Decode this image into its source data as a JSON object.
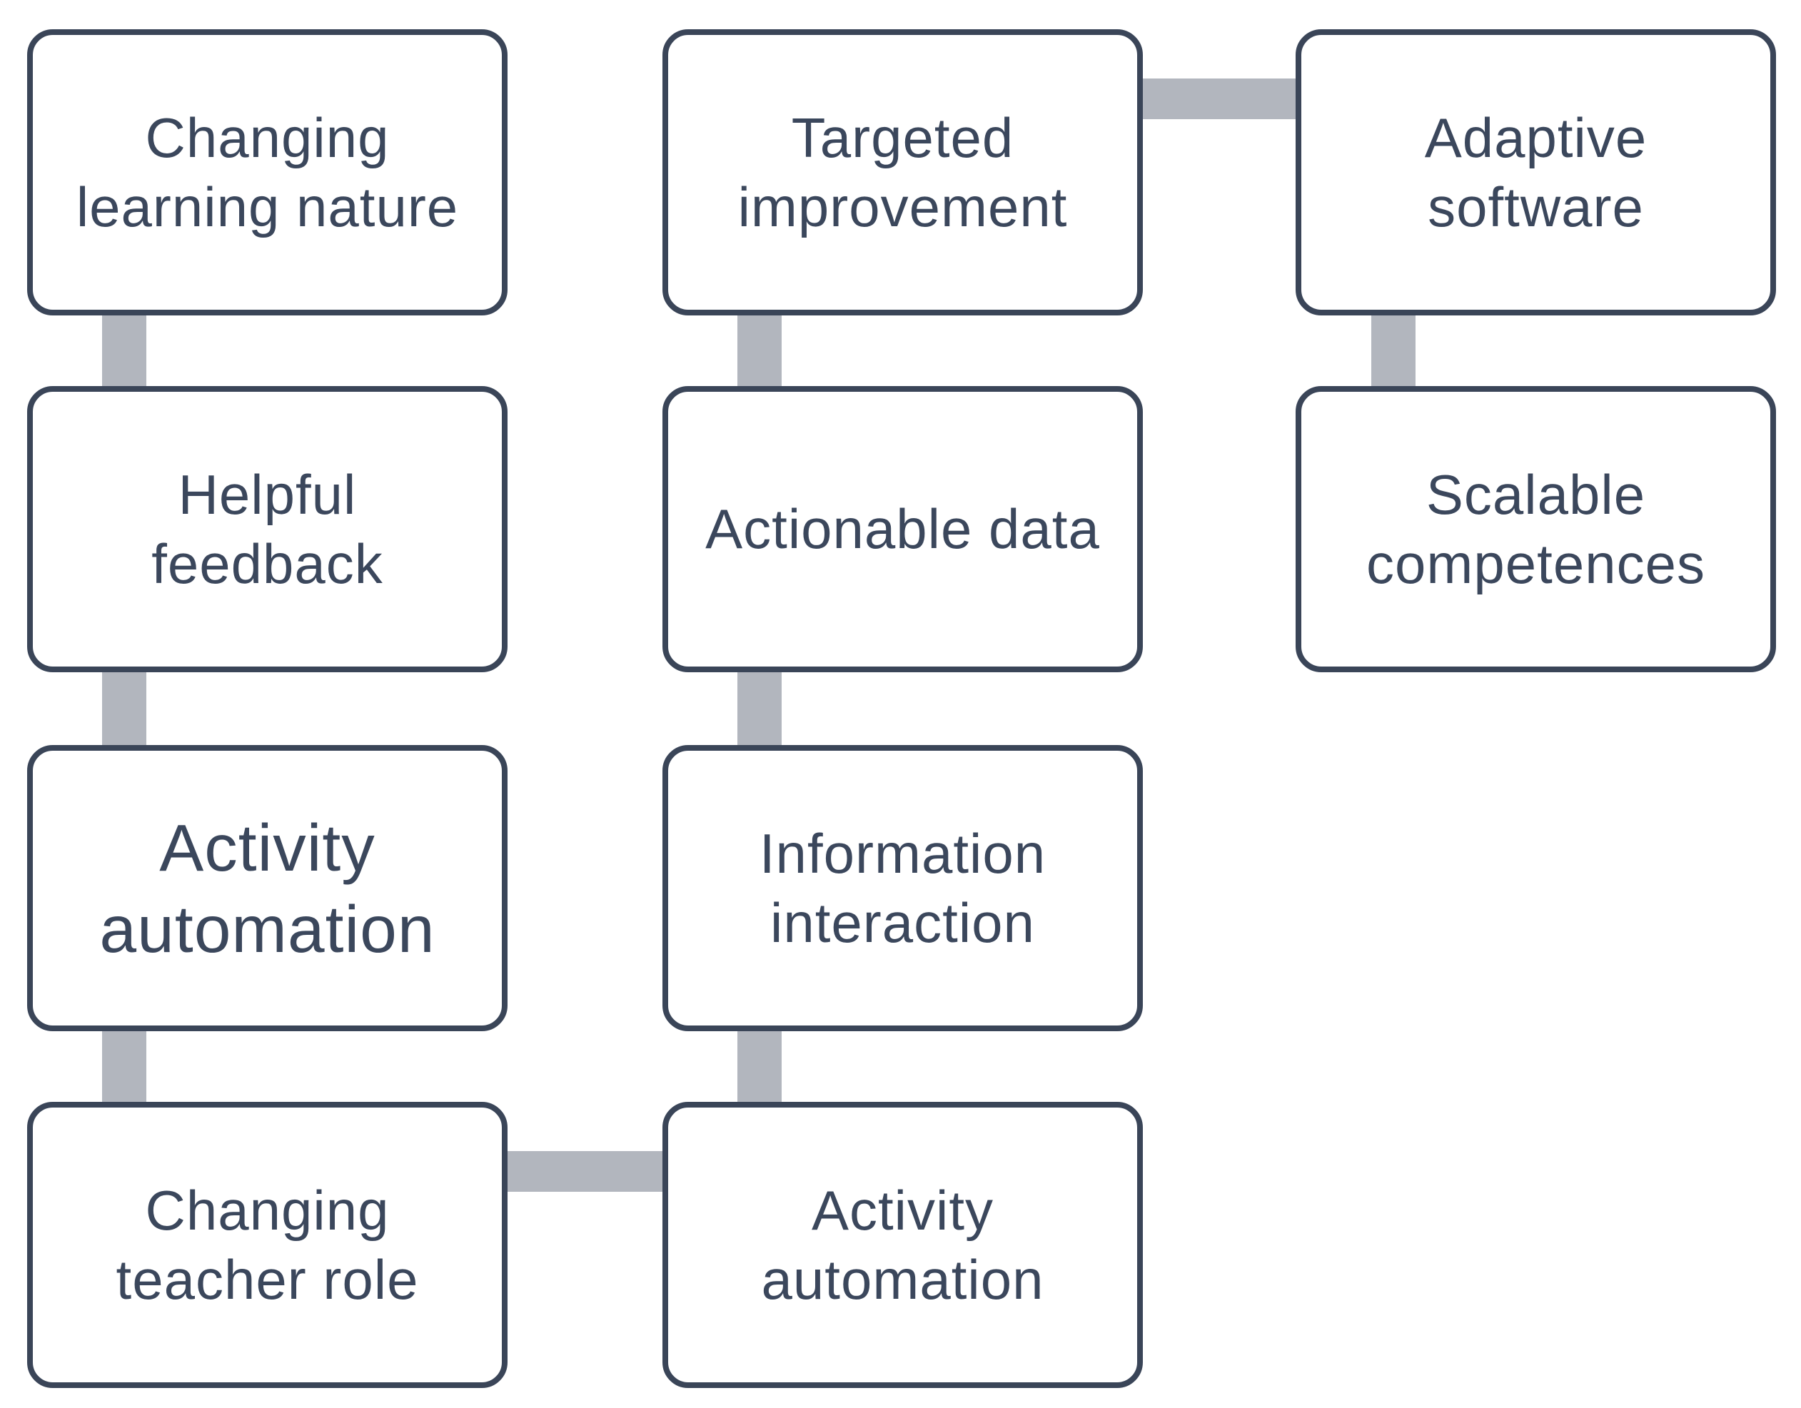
{
  "diagram": {
    "boxes": {
      "changing_learning_nature": "Changing\nlearning nature",
      "helpful_feedback": "Helpful\nfeedback",
      "activity_automation_large": "Activity\nautomation",
      "changing_teacher_role": "Changing\nteacher role",
      "targeted_improvement": "Targeted\nimprovement",
      "actionable_data": "Actionable data",
      "information_interaction": "Information\ninteraction",
      "activity_automation": "Activity\nautomation",
      "adaptive_software": "Adaptive\nsoftware",
      "scalable_competences": "Scalable\ncompetences"
    },
    "colors": {
      "box_border": "#3a4558",
      "box_text": "#3b475c",
      "connector": "#b2b6be",
      "background": "#ffffff"
    }
  }
}
